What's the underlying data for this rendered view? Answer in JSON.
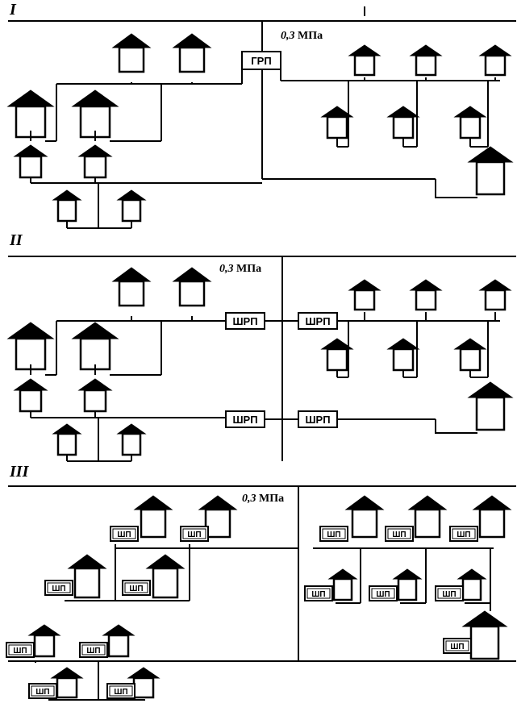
{
  "sections": [
    {
      "id": "I",
      "label": "I",
      "pressure": "0,3",
      "unit": "МПа",
      "station_label": "ГРП"
    },
    {
      "id": "II",
      "label": "II",
      "pressure": "0,3",
      "unit": "МПа",
      "station_label": "ШРП"
    },
    {
      "id": "III",
      "label": "III",
      "pressure": "0,3",
      "unit": "МПа",
      "station_label": "ШП"
    }
  ]
}
